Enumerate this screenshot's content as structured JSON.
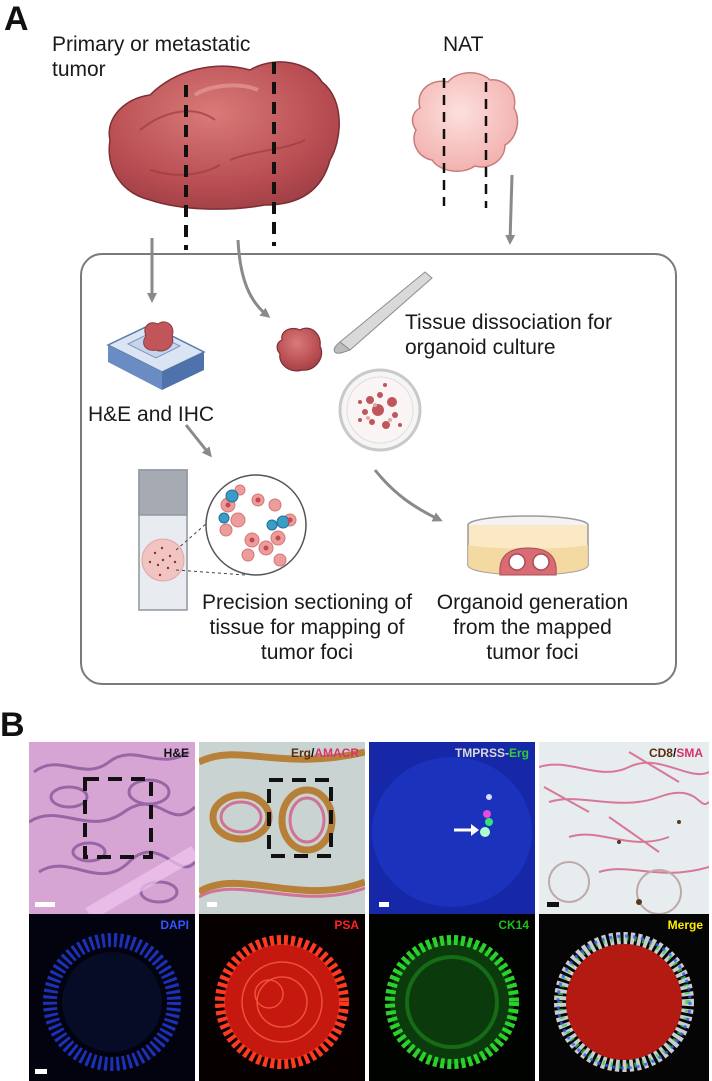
{
  "panel_a": {
    "letter": "A",
    "primary_tumor_label": "Primary or metastatic tumor",
    "nat_label": "NAT",
    "he_ihc_label": "H&E and IHC",
    "dissociation_label": "Tissue dissociation for organoid culture",
    "sectioning_label": "Precision sectioning of tissue for mapping of tumor foci",
    "organoid_label": "Organoid generation from the mapped tumor foci"
  },
  "panel_b": {
    "letter": "B",
    "tiles_top": [
      {
        "name": "he",
        "labels": [
          {
            "text": "H&E",
            "color": "#111111"
          }
        ]
      },
      {
        "name": "erg-amacr",
        "labels": [
          {
            "text": "Erg",
            "color": "#5a2d0c"
          },
          {
            "text": "/",
            "color": "#111111"
          },
          {
            "text": "AMACR",
            "color": "#d6336c"
          }
        ]
      },
      {
        "name": "tmprss-erg",
        "labels": [
          {
            "text": "TMPRSS",
            "color": "#d9d9d9"
          },
          {
            "text": "-",
            "color": "#d9d9d9"
          },
          {
            "text": "Erg",
            "color": "#33cc33"
          }
        ]
      },
      {
        "name": "cd8-sma",
        "labels": [
          {
            "text": "CD8",
            "color": "#5a2d0c"
          },
          {
            "text": "/",
            "color": "#111111"
          },
          {
            "text": "SMA",
            "color": "#d6336c"
          }
        ]
      }
    ],
    "tiles_bottom": [
      {
        "name": "dapi",
        "label": "DAPI",
        "color": "#3355ff"
      },
      {
        "name": "psa",
        "label": "PSA",
        "color": "#ff2222"
      },
      {
        "name": "ck14",
        "label": "CK14",
        "color": "#22bb22"
      },
      {
        "name": "merge",
        "label": "Merge",
        "color": "#ffee00"
      }
    ]
  },
  "colors": {
    "tumor": "#c0565a",
    "nat": "#f6c1c0",
    "arrow": "#8a8a8a",
    "box_border": "#7a7a7a"
  }
}
